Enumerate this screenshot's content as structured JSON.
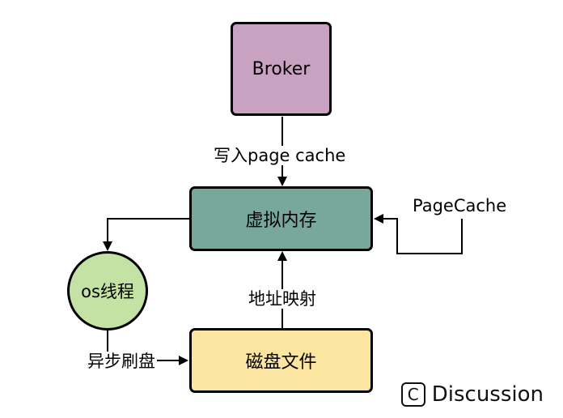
{
  "nodes": {
    "broker": {
      "label": "Broker",
      "color": "#c8a2c0"
    },
    "virtual_memory": {
      "label": "虚拟内存",
      "color": "#77a89b"
    },
    "disk_file": {
      "label": "磁盘文件",
      "color": "#fbe5a0"
    },
    "os_thread": {
      "label": "os线程",
      "color": "#c3e2a4"
    }
  },
  "edges": {
    "write_page_cache": "写入page cache",
    "page_cache_loop": "PageCache",
    "address_mapping": "地址映射",
    "async_flush": "异步刷盘"
  },
  "watermark": {
    "icon_glyph": "C",
    "text": "Discussion"
  }
}
